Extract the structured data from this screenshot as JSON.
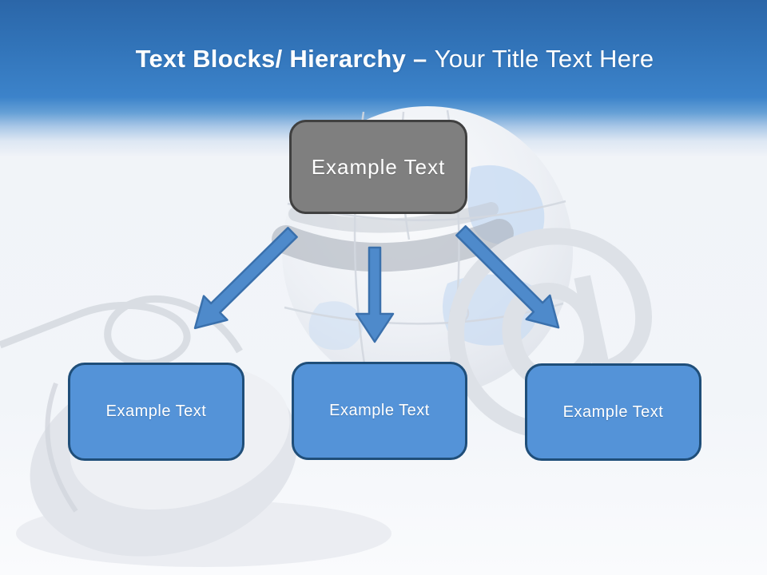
{
  "header": {
    "title_bold": "Text Blocks/ Hierarchy –",
    "title_regular": "Your Title Text Here"
  },
  "diagram": {
    "root_label": "Example Text",
    "children": [
      {
        "label": "Example Text"
      },
      {
        "label": "Example Text"
      },
      {
        "label": "Example Text"
      }
    ]
  },
  "background": {
    "at_symbol_glyph": "@",
    "watermark_items": [
      "puzzle-globe",
      "at-symbol",
      "computer-mouse-with-cable"
    ]
  },
  "colors": {
    "header_blue_top": "#2b66a8",
    "header_blue_mid": "#3c83ca",
    "root_box_fill": "#7f7f7f",
    "root_box_border": "#404040",
    "child_box_fill": "#5493d8",
    "child_box_border": "#1f4e79",
    "arrow_fill": "#4e8acb",
    "arrow_border": "#3a70ac",
    "text_white": "#ffffff",
    "watermark_gray": "#dde1e7",
    "watermark_blue": "#c9dcf2"
  }
}
